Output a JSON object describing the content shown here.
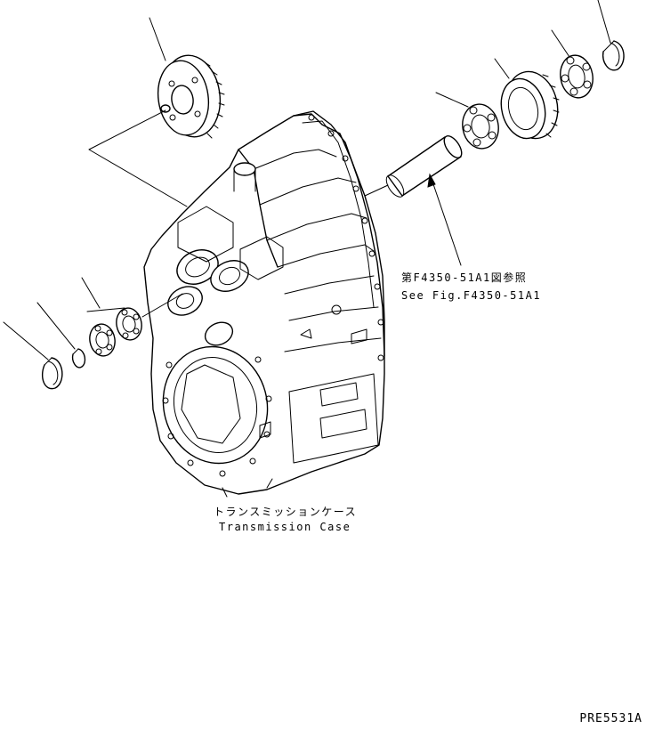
{
  "reference_note": {
    "japanese": "第F4350-51A1図参照",
    "english": "See Fig.F4350-51A1"
  },
  "main_part": {
    "japanese": "トランスミッションケース",
    "english": "Transmission Case"
  },
  "figure_code": "PRE5531A",
  "colors": {
    "ink": "#000000",
    "paper": "#ffffff"
  }
}
